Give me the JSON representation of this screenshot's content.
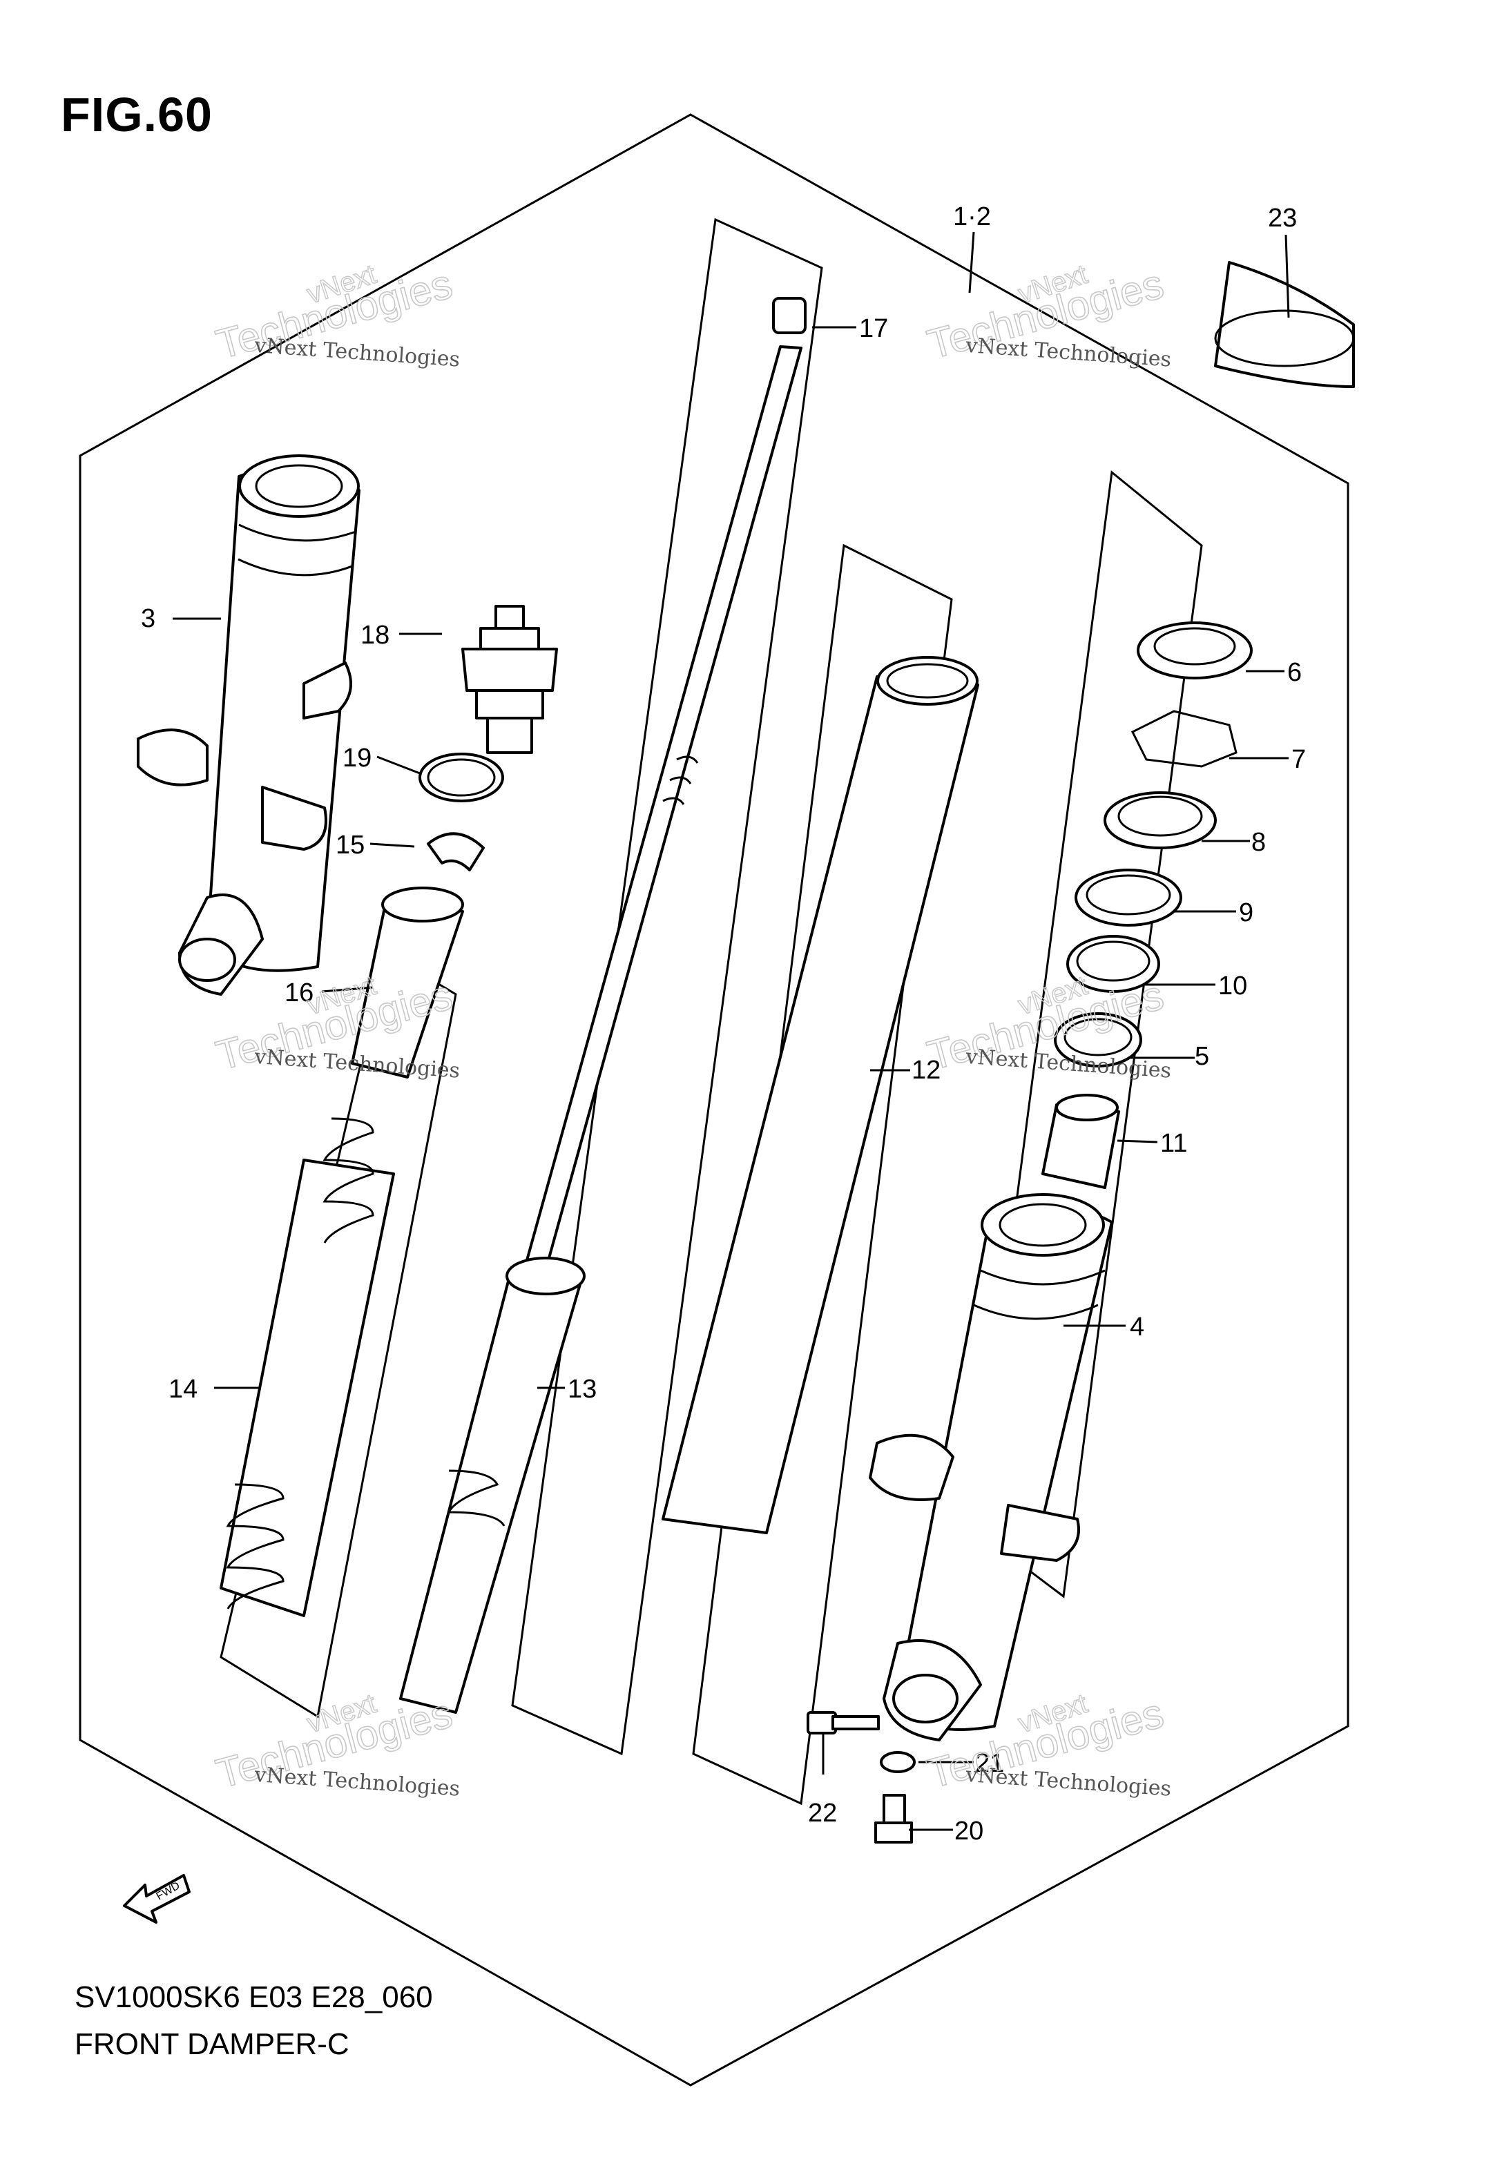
{
  "figure": {
    "title": "FIG.60",
    "model_code": "SV1000SK6 E03 E28_060",
    "name": "FRONT DAMPER-C"
  },
  "callouts": [
    {
      "id": "1-2",
      "label": "1·2"
    },
    {
      "id": "3",
      "label": "3"
    },
    {
      "id": "4",
      "label": "4"
    },
    {
      "id": "5",
      "label": "5"
    },
    {
      "id": "6",
      "label": "6"
    },
    {
      "id": "7",
      "label": "7"
    },
    {
      "id": "8",
      "label": "8"
    },
    {
      "id": "9",
      "label": "9"
    },
    {
      "id": "10",
      "label": "10"
    },
    {
      "id": "11",
      "label": "11"
    },
    {
      "id": "12",
      "label": "12"
    },
    {
      "id": "13",
      "label": "13"
    },
    {
      "id": "14",
      "label": "14"
    },
    {
      "id": "15",
      "label": "15"
    },
    {
      "id": "16",
      "label": "16"
    },
    {
      "id": "17",
      "label": "17"
    },
    {
      "id": "18",
      "label": "18"
    },
    {
      "id": "19",
      "label": "19"
    },
    {
      "id": "20",
      "label": "20"
    },
    {
      "id": "21",
      "label": "21"
    },
    {
      "id": "22",
      "label": "22"
    },
    {
      "id": "23",
      "label": "23"
    }
  ],
  "watermark": {
    "line1": "vNext Technologies",
    "line2": "Technologies",
    "line3": "vNext"
  },
  "fwd_label": "FWD"
}
